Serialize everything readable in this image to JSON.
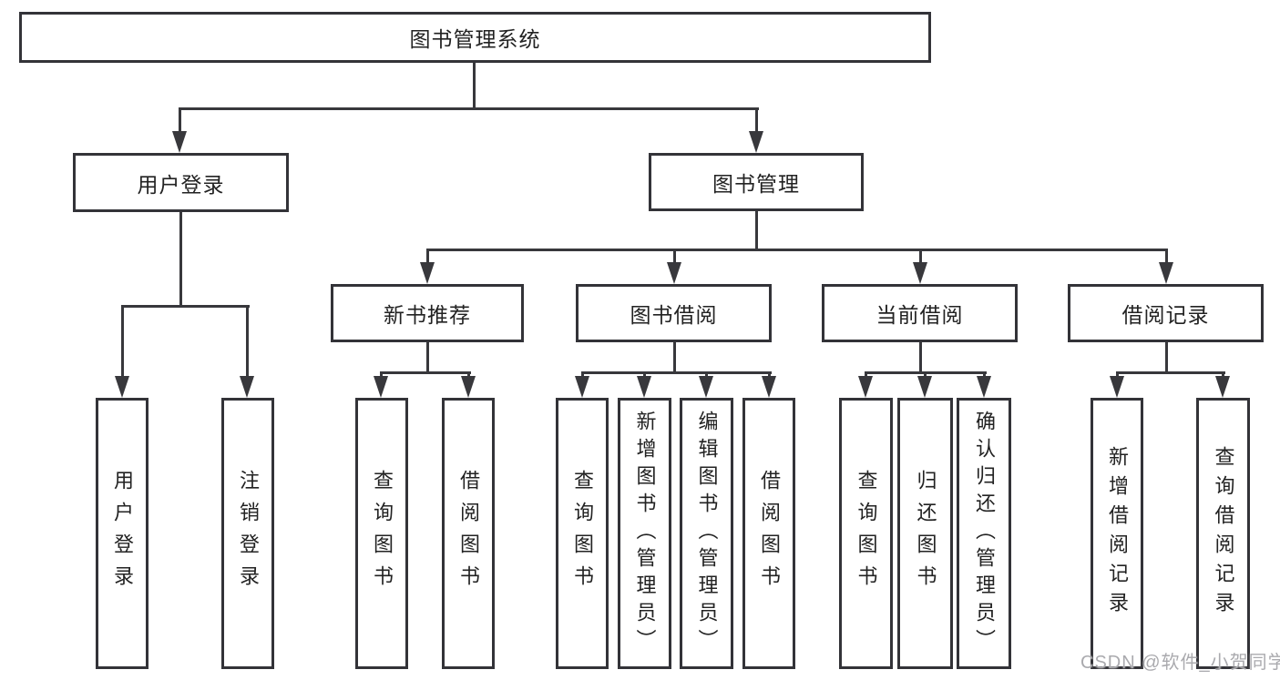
{
  "tree": {
    "label": "图书管理系统",
    "children": [
      {
        "label": "用户登录",
        "children": [
          {
            "label": "用户登录"
          },
          {
            "label": "注销登录"
          }
        ]
      },
      {
        "label": "图书管理",
        "children": [
          {
            "label": "新书推荐",
            "children": [
              {
                "label": "查询图书"
              },
              {
                "label": "借阅图书"
              }
            ]
          },
          {
            "label": "图书借阅",
            "children": [
              {
                "label": "查询图书"
              },
              {
                "label": "新增图书（管理员）"
              },
              {
                "label": "编辑图书（管理员）"
              },
              {
                "label": "借阅图书"
              }
            ]
          },
          {
            "label": "当前借阅",
            "children": [
              {
                "label": "查询图书"
              },
              {
                "label": "归还图书"
              },
              {
                "label": "确认归还（管理员）"
              }
            ]
          },
          {
            "label": "借阅记录",
            "children": [
              {
                "label": "新增借阅记录"
              },
              {
                "label": "查询借阅记录"
              }
            ]
          }
        ]
      }
    ]
  },
  "watermark": {
    "text": "CSDN @软件_小贺同学"
  },
  "colors": {
    "line": "#38383c",
    "box_border": "#333338",
    "text": "#222222",
    "watermark": "#aaaaae",
    "background": "#ffffff"
  }
}
